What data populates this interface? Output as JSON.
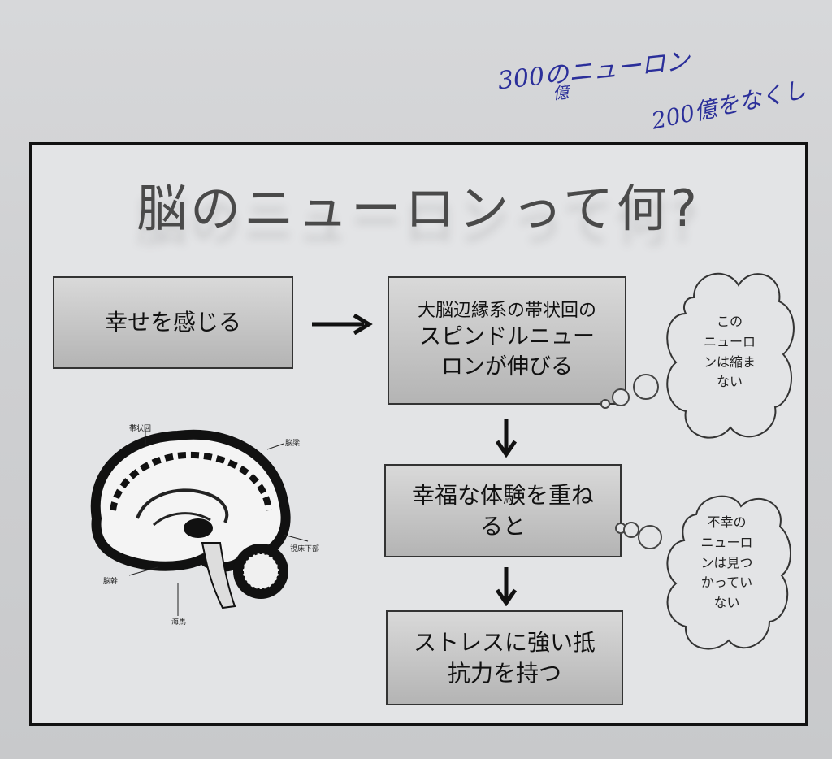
{
  "handwriting": {
    "line1": "300のニューロン",
    "line2": "億",
    "line3": "200億をなくし"
  },
  "slide": {
    "title": "脳のニューロンって何?",
    "box1": "幸せを感じる",
    "box2_line1": "大脳辺縁系の帯状回の",
    "box2_line2": "スピンドルニュー",
    "box2_line3": "ロンが伸びる",
    "box3_line1": "幸福な体験を重ね",
    "box3_line2": "ると",
    "box4_line1": "ストレスに強い抵",
    "box4_line2": "抗力を持つ",
    "cloud1_lines": [
      "この",
      "ニューロ",
      "ンは縮ま",
      "ない"
    ],
    "cloud2_lines": [
      "不幸の",
      "ニューロ",
      "ンは見つ",
      "かってい",
      "ない"
    ],
    "brain_labels": {
      "cingulate": "帯状回",
      "corpus": "脳梁",
      "hypothalamus": "視床下部",
      "pons": "脳幹",
      "hippocampus": "海馬"
    }
  },
  "colors": {
    "ink": "#2b2f9a",
    "box_top": "#d9d9d9",
    "box_bottom": "#b4b4b4"
  }
}
